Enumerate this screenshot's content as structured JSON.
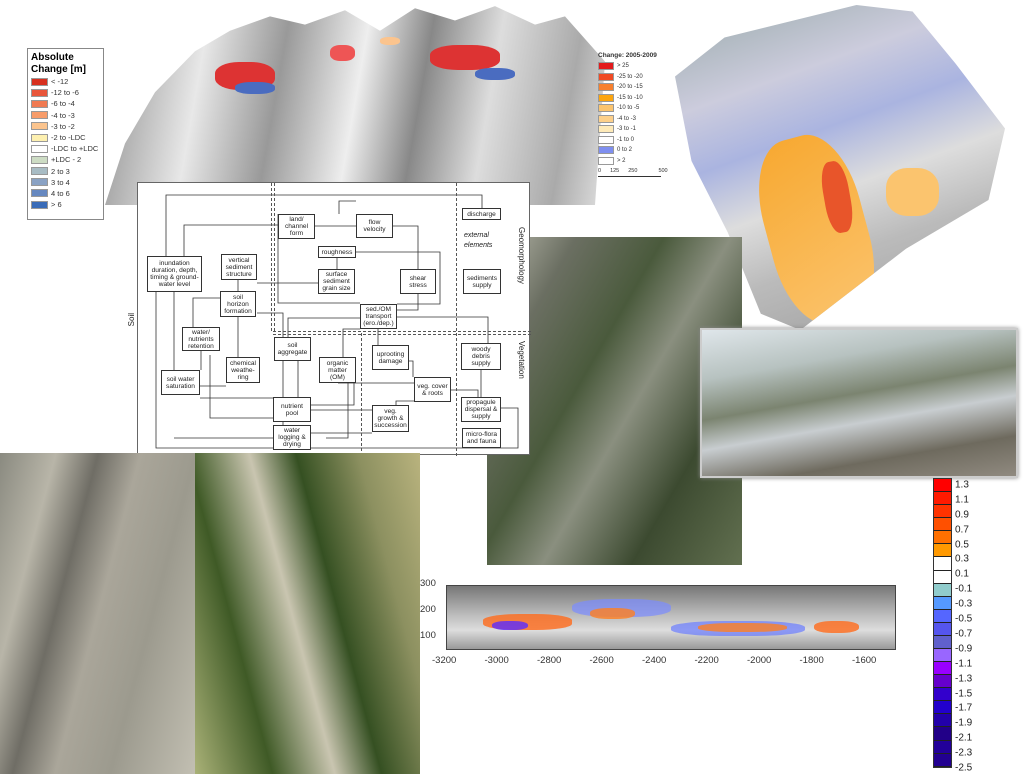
{
  "legend_absolute": {
    "title": "Absolute Change [m]",
    "items": [
      {
        "label": "< -12",
        "color": "#d7301f"
      },
      {
        "label": "-12 to -6",
        "color": "#e8553a"
      },
      {
        "label": "-6 to -4",
        "color": "#f07a52"
      },
      {
        "label": "-4 to -3",
        "color": "#f79c6a"
      },
      {
        "label": "-3 to -2",
        "color": "#fbc48e"
      },
      {
        "label": "-2 to -LDC",
        "color": "#fdf0b0"
      },
      {
        "label": "-LDC to +LDC",
        "color": "#ffffff"
      },
      {
        "label": "+LDC - 2",
        "color": "#cddcc4"
      },
      {
        "label": "2 to 3",
        "color": "#a8bcc4"
      },
      {
        "label": "3 to 4",
        "color": "#8aa2c4"
      },
      {
        "label": "4 to 6",
        "color": "#6688c0"
      },
      {
        "label": "> 6",
        "color": "#3a6cb8"
      }
    ]
  },
  "legend_change": {
    "title": "Change: 2005-2009",
    "items": [
      {
        "label": "> 25",
        "color": "#e31a1c"
      },
      {
        "label": "-25 to -20",
        "color": "#f04a24"
      },
      {
        "label": "-20 to -15",
        "color": "#f7802e"
      },
      {
        "label": "-15 to -10",
        "color": "#fca50f"
      },
      {
        "label": "-10 to -5",
        "color": "#fbc46e"
      },
      {
        "label": "-4 to -3",
        "color": "#fdd08a"
      },
      {
        "label": "-3 to -1",
        "color": "#feeab8"
      },
      {
        "label": "-1 to 0",
        "color": "#ffffff"
      },
      {
        "label": "0 to 2",
        "color": "#7f8ff0"
      },
      {
        "label": "> 2",
        "color": "#ffffff"
      }
    ],
    "scale": [
      "0",
      "125",
      "250",
      "500"
    ]
  },
  "diagram": {
    "sections": {
      "geomorphology": "Geomorphology",
      "vegetation": "Vegetation",
      "soil": "Soil",
      "external": "external elements"
    },
    "boxes": {
      "discharge": "discharge",
      "land_channel": "land/ channel form",
      "flow_velocity": "flow velocity",
      "roughness": "roughness",
      "inundation": "inundation duration, depth, timing & ground-water level",
      "vertical_sediment": "vertical sediment structure",
      "surface_sediment": "surface sediment grain size",
      "shear_stress": "shear stress",
      "sediments_supply": "sediments supply",
      "soil_horizon": "soil horizon formation",
      "transport": "sed./OM transport (ero./dep.)",
      "water_nutrients": "water/ nutrients retention",
      "soil_aggregate": "soil aggregate",
      "uprooting": "uprooting damage",
      "woody_debris": "woody debris supply",
      "chemical": "chemical weathe-ring",
      "organic_matter": "organic matter (OM)",
      "soil_water": "soil water saturation",
      "veg_cover": "veg. cover & roots",
      "propagule": "propagule dispersal & supply",
      "nutrient_pool": "nutrient pool",
      "veg_growth": "veg. growth & succession",
      "water_logging": "water logging & drying",
      "microflora": "micro-flora and fauna"
    }
  },
  "colorbar": {
    "labels": [
      "1.3",
      "1.1",
      "0.9",
      "0.7",
      "0.5",
      "0.3",
      "0.1",
      "-0.1",
      "-0.3",
      "-0.5",
      "-0.7",
      "-0.9",
      "-1.1",
      "-1.3",
      "-1.5",
      "-1.7",
      "-1.9",
      "-2.1",
      "-2.3",
      "-2.5"
    ],
    "colors": [
      "#ff0000",
      "#ff1a00",
      "#ff3300",
      "#ff5000",
      "#ff7000",
      "#ff9900",
      "#ffffff",
      "#ffffff",
      "#90cccc",
      "#5599ff",
      "#5566ff",
      "#5555ee",
      "#6060cc",
      "#9966ff",
      "#9900ff",
      "#6600cc",
      "#3300cc",
      "#2200cc",
      "#2200aa",
      "#220088",
      "#220099",
      "#220090"
    ]
  },
  "dem_plot": {
    "y_ticks": [
      "300",
      "200",
      "100"
    ],
    "x_ticks": [
      "-3200",
      "-3000",
      "-2800",
      "-2600",
      "-2400",
      "-2200",
      "-2000",
      "-1800",
      "-1600"
    ]
  }
}
